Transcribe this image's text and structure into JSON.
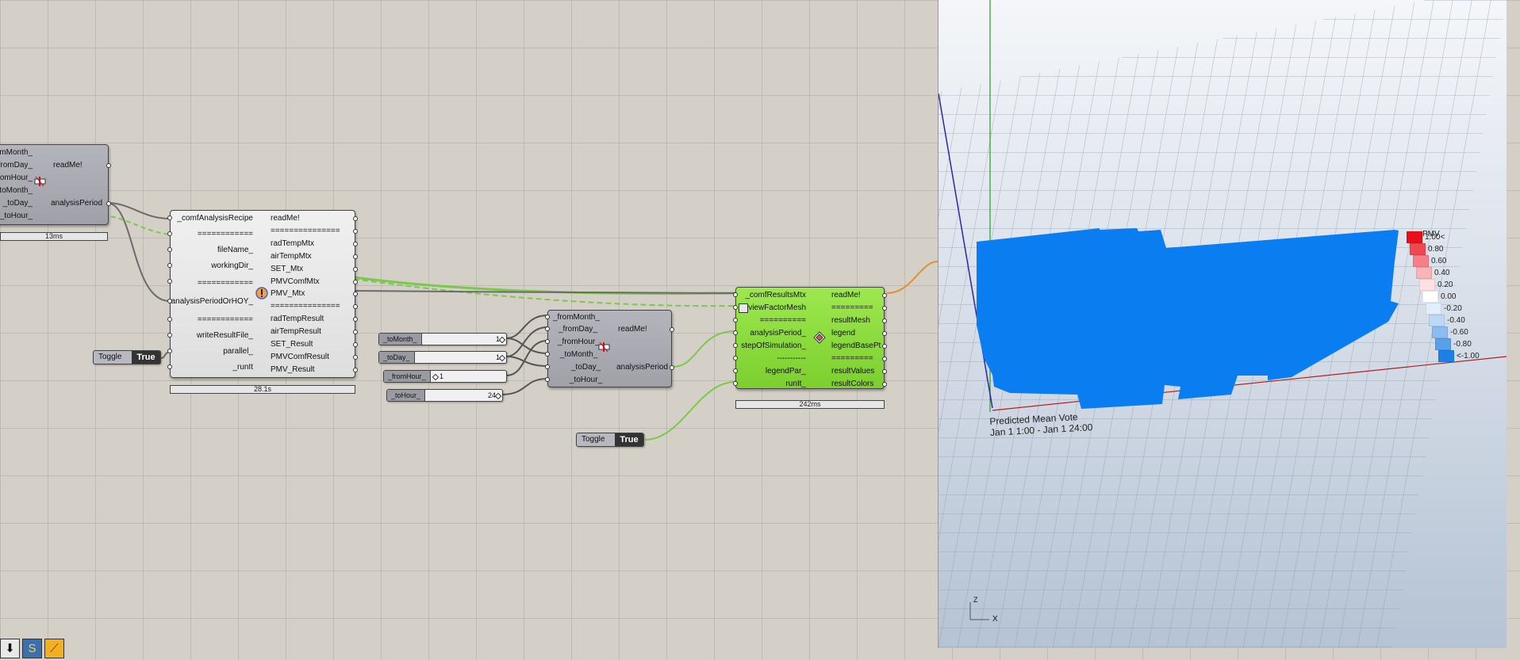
{
  "canvas": {
    "wires_color": "#6b6b6b",
    "highlight_wire_color": "#7cc84a",
    "output_wire_color": "#e0922a"
  },
  "analysis_period_left": {
    "inputs": [
      "mMonth_",
      "fromDay_",
      "romHour_",
      "toMonth_",
      "_toDay_",
      "_toHour_"
    ],
    "outputs": [
      "readMe!",
      "analysisPeriod"
    ],
    "time": "13ms",
    "icon": "clock-icon"
  },
  "comf_recipe": {
    "inputs": [
      "_comfAnalysisRecipe",
      "============",
      "fileName_",
      "workingDir_",
      "============",
      "analysisPeriodOrHOY_",
      "============",
      "writeResultFile_",
      "parallel_",
      "_runIt"
    ],
    "outputs": [
      "readMe!",
      "===============",
      "radTempMtx",
      "airTempMtx",
      "SET_Mtx",
      "PMVComfMtx",
      "PMV_Mtx",
      "===============",
      "radTempResult",
      "airTempResult",
      "SET_Result",
      "PMVComfResult",
      "PMV_Result"
    ],
    "time": "28.1s",
    "icon": "warning-icon"
  },
  "toggle1": {
    "name": "Toggle",
    "value": "True"
  },
  "toggle2": {
    "name": "Toggle",
    "value": "True"
  },
  "sliders": [
    {
      "name": "_toMonth_",
      "value": "1"
    },
    {
      "name": "_toDay_",
      "value": "1"
    },
    {
      "name": "_fromHour_",
      "value": "1"
    },
    {
      "name": "_toHour_",
      "value": "24"
    }
  ],
  "analysis_period_mid": {
    "inputs": [
      "_fromMonth_",
      "_fromDay_",
      "_fromHour_",
      "_toMonth_",
      "_toDay_",
      "_toHour_"
    ],
    "outputs": [
      "readMe!",
      "analysisPeriod"
    ],
    "icon": "clock-icon"
  },
  "recolor": {
    "inputs": [
      "_comfResultsMtx",
      "_viewFactorMesh",
      "==========",
      "analysisPeriod_",
      "stepOfSimulation_",
      "-----------",
      "legendPar_",
      "runIt_"
    ],
    "outputs": [
      "readMe!",
      "=========",
      "resultMesh",
      "legend",
      "legendBasePt",
      "=========",
      "resultValues",
      "resultColors"
    ],
    "time": "242ms",
    "icon": "mesh-icon"
  },
  "viewport": {
    "legend_title": "PMV",
    "legend_labels": [
      "1.00<",
      "0.80",
      "0.60",
      "0.40",
      "0.20",
      "0.00",
      "-0.20",
      "-0.40",
      "-0.60",
      "-0.80",
      "<-1.00"
    ],
    "legend_colors": [
      "#e8101a",
      "#f04850",
      "#f58088",
      "#f9b4b8",
      "#fde0e2",
      "#ffffff",
      "#e2eefc",
      "#bcd8f8",
      "#8cbcf2",
      "#58a0ea",
      "#1e80e6"
    ],
    "mesh_color": "#0a7ef0",
    "caption_line1": "Predicted Mean Vote",
    "caption_line2": "Jan 1 1:00 - Jan 1 24:00",
    "axis_x": "X",
    "axis_z": "Z"
  },
  "taskbar": {
    "icons": [
      "download-icon",
      "python-icon",
      "ladybug-icon"
    ]
  }
}
